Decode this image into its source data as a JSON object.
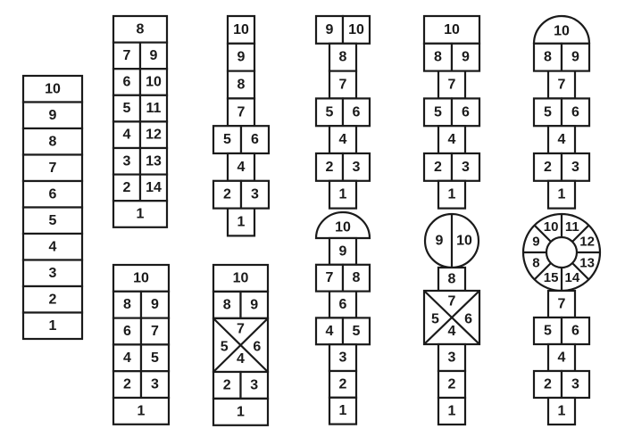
{
  "colors": {
    "line": "#1a1a1a",
    "background": "#ffffff"
  },
  "grids": [
    {
      "name": "grid-single-column",
      "rows": [
        [
          "10"
        ],
        [
          "9"
        ],
        [
          "8"
        ],
        [
          "7"
        ],
        [
          "6"
        ],
        [
          "5"
        ],
        [
          "4"
        ],
        [
          "3"
        ],
        [
          "2"
        ],
        [
          "1"
        ]
      ]
    },
    {
      "name": "grid-double-column",
      "rows": [
        [
          "8"
        ],
        [
          "7",
          "9"
        ],
        [
          "6",
          "10"
        ],
        [
          "5",
          "11"
        ],
        [
          "4",
          "12"
        ],
        [
          "3",
          "13"
        ],
        [
          "2",
          "14"
        ],
        [
          "1"
        ]
      ]
    },
    {
      "name": "grid-classic-short",
      "rows": [
        [
          "10"
        ],
        [
          "9"
        ],
        [
          "8"
        ],
        [
          "7"
        ],
        [
          "5",
          "6"
        ],
        [
          "4"
        ],
        [
          "2",
          "3"
        ],
        [
          "1"
        ]
      ]
    },
    {
      "name": "grid-split-top",
      "rows": [
        [
          "9",
          "10"
        ],
        [
          "8"
        ],
        [
          "7"
        ],
        [
          "5",
          "6"
        ],
        [
          "4"
        ],
        [
          "2",
          "3"
        ],
        [
          "1"
        ]
      ]
    },
    {
      "name": "grid-square-top",
      "rows": [
        [
          "10"
        ],
        [
          "8",
          "9"
        ],
        [
          "7"
        ],
        [
          "5",
          "6"
        ],
        [
          "4"
        ],
        [
          "2",
          "3"
        ],
        [
          "1"
        ]
      ]
    },
    {
      "name": "grid-arch-top",
      "rows": [
        [
          "10"
        ],
        [
          "8",
          "9"
        ],
        [
          "7"
        ],
        [
          "5",
          "6"
        ],
        [
          "4"
        ],
        [
          "2",
          "3"
        ],
        [
          "1"
        ]
      ]
    },
    {
      "name": "grid-pairs",
      "rows": [
        [
          "10"
        ],
        [
          "8",
          "9"
        ],
        [
          "6",
          "7"
        ],
        [
          "4",
          "5"
        ],
        [
          "2",
          "3"
        ],
        [
          "1"
        ]
      ]
    },
    {
      "name": "grid-x-box",
      "rows": [
        [
          "10"
        ],
        [
          "8",
          "9"
        ],
        [
          "7",
          "5",
          "6",
          "4"
        ],
        [
          "2",
          "3"
        ],
        [
          "1"
        ]
      ]
    },
    {
      "name": "grid-half-dome",
      "rows": [
        [
          "10"
        ],
        [
          "9"
        ],
        [
          "7",
          "8"
        ],
        [
          "6"
        ],
        [
          "4",
          "5"
        ],
        [
          "3"
        ],
        [
          "2"
        ],
        [
          "1"
        ]
      ]
    },
    {
      "name": "grid-circle-top",
      "rows": [
        [
          "9",
          "10"
        ],
        [
          "8"
        ],
        [
          "7",
          "5",
          "6",
          "4"
        ],
        [
          "3"
        ],
        [
          "2"
        ],
        [
          "1"
        ]
      ]
    },
    {
      "name": "grid-wheel-top",
      "rows": [
        [
          "11",
          "12",
          "13",
          "14",
          "15",
          "8",
          "9",
          "10"
        ],
        [
          "7"
        ],
        [
          "5",
          "6"
        ],
        [
          "4"
        ],
        [
          "2",
          "3"
        ],
        [
          "1"
        ]
      ]
    }
  ]
}
